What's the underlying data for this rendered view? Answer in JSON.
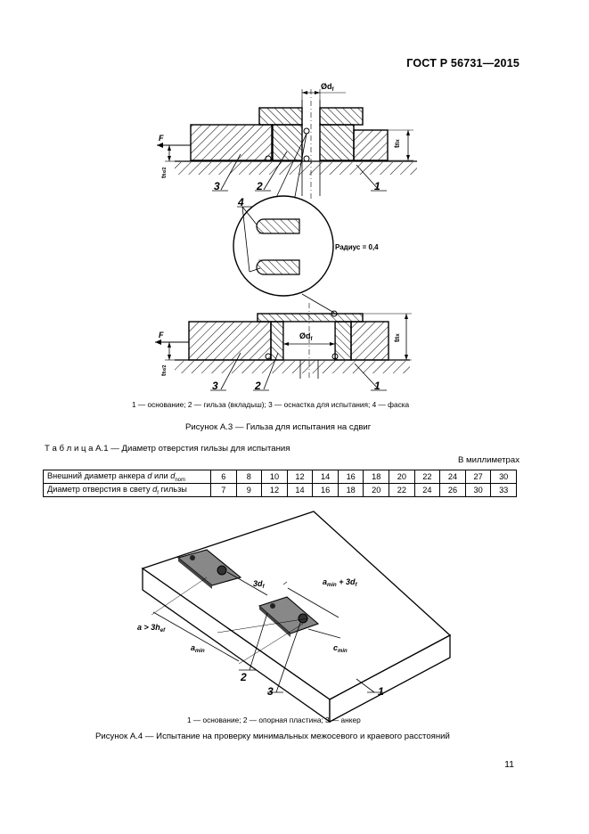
{
  "header": {
    "standard": "ГОСТ Р 56731—2015"
  },
  "figure_a3": {
    "labels": {
      "diameter_top": "Ød",
      "diameter_top_sub": "f",
      "force": "F",
      "tfix": "t",
      "tfix_sub": "fix",
      "tfix_half": "t",
      "tfix_half_sub": "fix/2",
      "radius": "Радиус = 0,4",
      "diameter_bottom": "Ød",
      "diameter_bottom_sub": "f",
      "n1": "1",
      "n2": "2",
      "n3": "3",
      "n4": "4"
    },
    "legend": "1 — основание; 2 — гильза (вкладыш); 3 — оснастка для испытания; 4 — фаска",
    "caption": "Рисунок А.3 — Гильза для испытания на сдвиг"
  },
  "table_a1": {
    "title": "Т а б л и ц а  А.1 — Диаметр отверстия гильзы для испытания",
    "units": "В миллиметрах",
    "rows": [
      {
        "label_pre": "Внешний диаметр анкера ",
        "label_it": "d",
        "label_mid": " или ",
        "label_it2": "d",
        "label_sub": "nom",
        "values": [
          "6",
          "8",
          "10",
          "12",
          "14",
          "16",
          "18",
          "20",
          "22",
          "24",
          "27",
          "30"
        ]
      },
      {
        "label_pre": "Диаметр отверстия в свету ",
        "label_it": "d",
        "label_sub": "f",
        "label_post": " гильзы",
        "values": [
          "7",
          "9",
          "12",
          "14",
          "16",
          "18",
          "20",
          "22",
          "24",
          "26",
          "30",
          "33"
        ]
      }
    ]
  },
  "figure_a4": {
    "labels": {
      "three_df": "3d",
      "three_df_sub": "f",
      "amin_plus": "a",
      "amin_plus_sub": "min",
      "amin_plus_tail": " + 3d",
      "amin_plus_tail_sub": "f",
      "a_gt": "a > 3h",
      "a_gt_sub": "ef",
      "amin": "a",
      "amin_sub": "min",
      "cmin": "c",
      "cmin_sub": "min",
      "n1": "1",
      "n2": "2",
      "n3": "3"
    },
    "legend": "1 — основание; 2 — опорная пластина; 3 — анкер",
    "caption": "Рисунок А.4 — Испытание на проверку минимальных межосевого и краевого расстояний"
  },
  "page_number": "11"
}
